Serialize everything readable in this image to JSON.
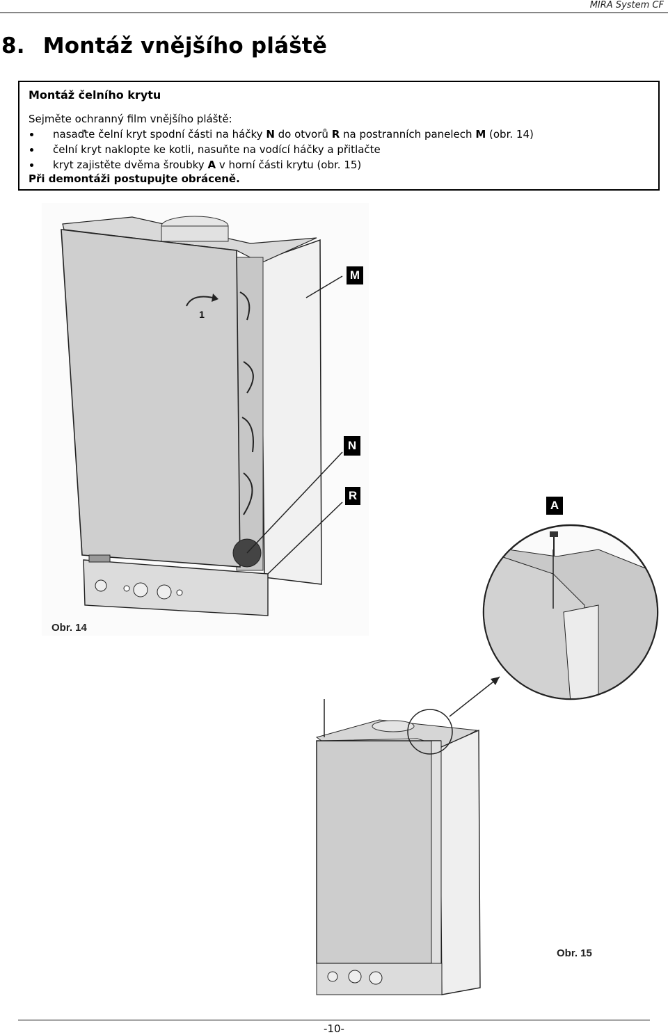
{
  "header": {
    "running_title": "MIRA System CF"
  },
  "section": {
    "number": "8.",
    "title": "Montáž vnějšího pláště"
  },
  "box": {
    "heading": "Montáž čelního krytu",
    "intro": "Sejměte ochranný film vnějšího pláště:",
    "steps": [
      {
        "a": "nasaďte čelní kryt spodní části na háčky ",
        "b": "N",
        "c": " do otvorů ",
        "d": "R",
        "e": " na postranních panelech ",
        "f": "M",
        "g": " (obr. 14)"
      },
      {
        "a": "čelní kryt naklopte ke kotli, nasuňte na vodící háčky a přitlačte"
      },
      {
        "a": "kryt zajistěte dvěma šroubky ",
        "b": "A",
        "c": " v horní části krytu (obr. 15)"
      }
    ],
    "note": "Při demontáži postupujte obráceně."
  },
  "figures": {
    "fig14": {
      "caption": "Obr. 14",
      "arrow_label": "1",
      "labels": [
        "M",
        "N",
        "R"
      ]
    },
    "fig15": {
      "caption": "Obr. 15",
      "labels": [
        "A"
      ]
    }
  },
  "footer": {
    "page_number": "-10-"
  }
}
